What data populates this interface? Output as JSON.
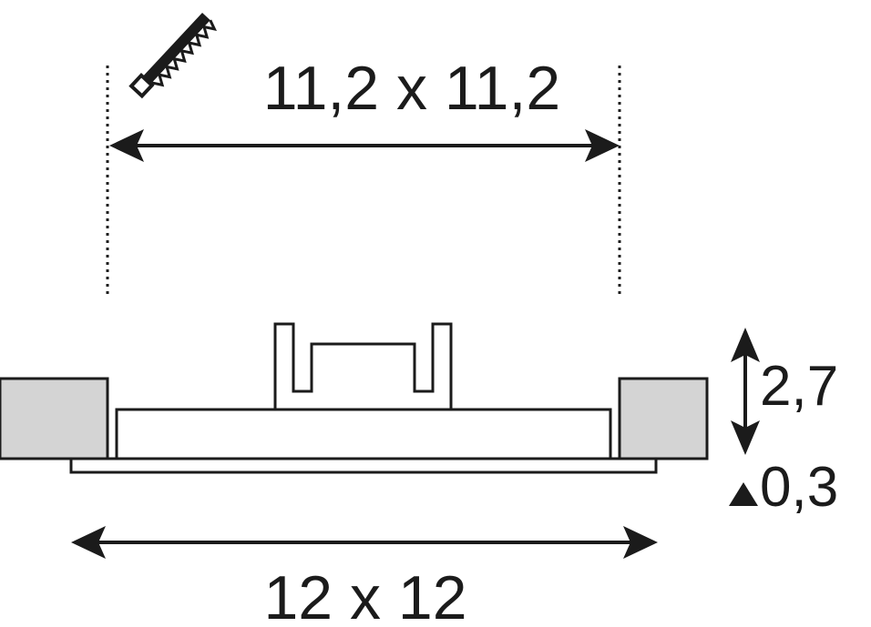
{
  "cutout_label": "11,2 x 11,2",
  "outer_label": "12 x 12",
  "height_label": "2,7",
  "flange_label": "0,3",
  "colors": {
    "line": "#1b1b1b",
    "ceiling_fill": "#d4d4d4",
    "background": "#ffffff"
  },
  "icons": {
    "saw": "saw-icon",
    "arrow_up": "arrow-up-icon",
    "arrow_down": "arrow-down-icon"
  }
}
